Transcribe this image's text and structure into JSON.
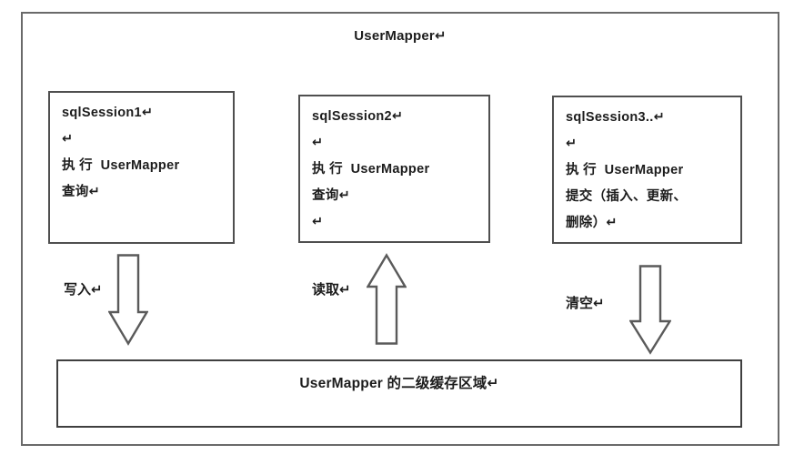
{
  "colors": {
    "frame_border": "#6a6a6a",
    "box_border": "#4f4f4f",
    "cache_border": "#3f3f3f",
    "arrow_stroke": "#5a5a5a",
    "text": "#1c1c1c",
    "background": "#ffffff"
  },
  "diagram": {
    "title": "UserMapper↵",
    "boxes": [
      {
        "name": "sqlSession1",
        "lines": [
          "sqlSession1↵",
          "↵",
          "执 行  UserMapper",
          "查询↵"
        ]
      },
      {
        "name": "sqlSession2",
        "lines": [
          "sqlSession2↵",
          "↵",
          "执 行  UserMapper",
          "查询↵",
          "↵"
        ]
      },
      {
        "name": "sqlSession3",
        "lines": [
          "sqlSession3..↵",
          "↵",
          "执 行  UserMapper",
          "提交（插入、更新、",
          "删除）↵"
        ]
      }
    ],
    "arrows": [
      {
        "label": "写入↵",
        "direction": "down"
      },
      {
        "label": "读取↵",
        "direction": "up"
      },
      {
        "label": "清空↵",
        "direction": "down"
      }
    ],
    "cache_area": {
      "label": "UserMapper 的二级缓存区域↵"
    }
  }
}
